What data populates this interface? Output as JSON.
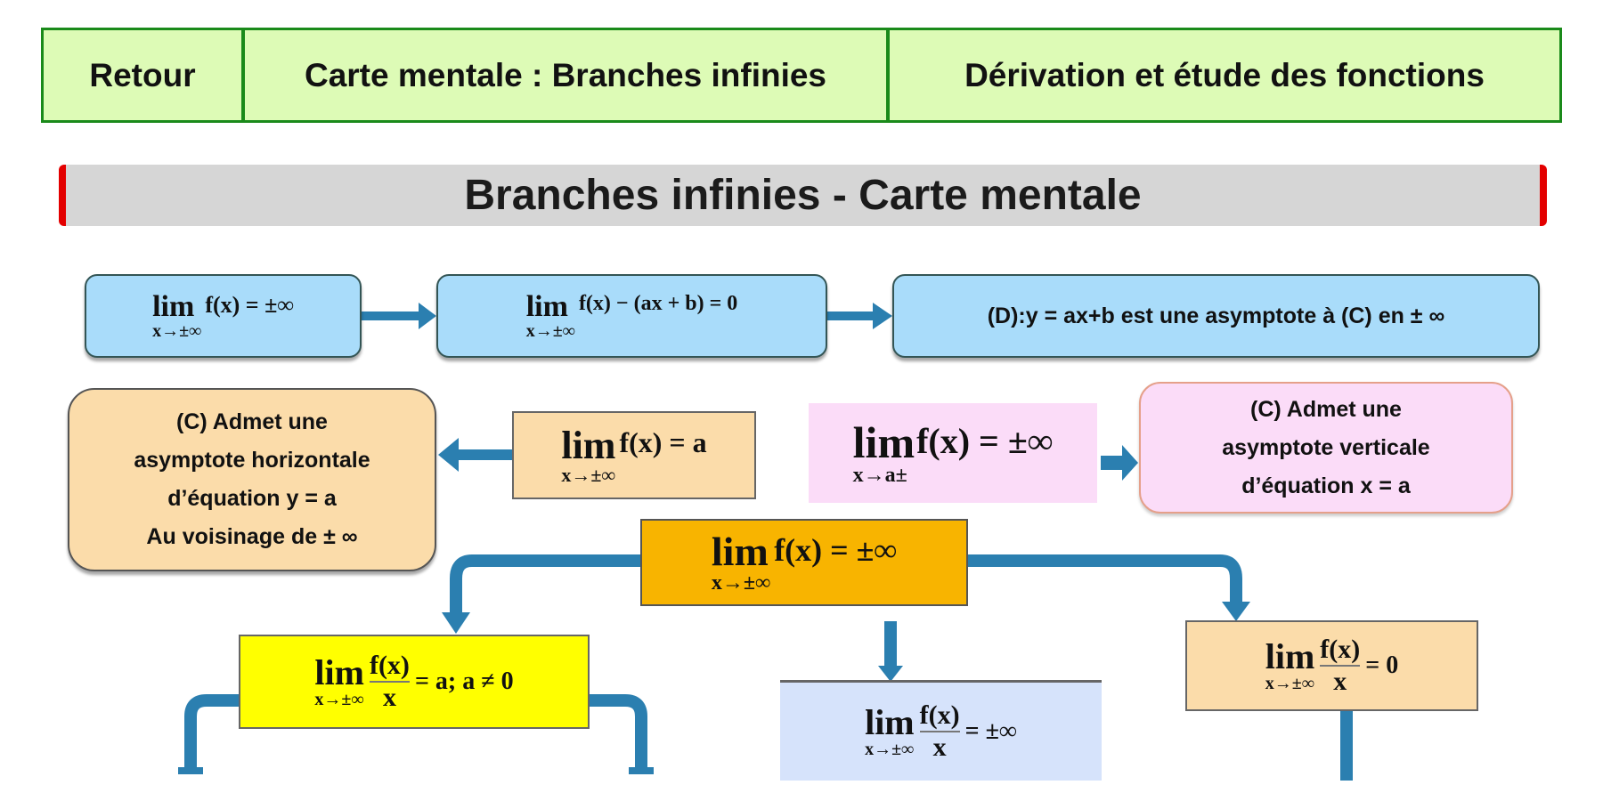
{
  "nav": {
    "items": [
      "Retour",
      "Carte mentale : Branches infinies",
      "Dérivation et étude des fonctions"
    ]
  },
  "title": "Branches infinies - Carte mentale",
  "lim": "lim",
  "sub_inf": "x→±∞",
  "sub_a": "x→a±",
  "box1": {
    "expr": "f(x) = ±∞"
  },
  "box2": {
    "expr": "f(x) − (ax + b) = 0"
  },
  "box3": {
    "text": "(D):y = ax+b est une asymptote à (C) en ± ∞"
  },
  "horiz": {
    "lines": [
      "(C) Admet une",
      "asymptote horizontale",
      "d’équation  y = a",
      "Au voisinage de ± ∞"
    ]
  },
  "limA": {
    "expr": "f(x) = a"
  },
  "limVert": {
    "expr": "f(x) = ±∞"
  },
  "vert": {
    "lines": [
      "(C) Admet une",
      "asymptote verticale",
      "d’équation  x = a"
    ]
  },
  "central": {
    "expr": "f(x) = ±∞"
  },
  "yellow": {
    "num": "f(x)",
    "den": "x",
    "rhs": "= a; a ≠ 0"
  },
  "mid": {
    "num": "f(x)",
    "den": "x",
    "rhs": "= ±∞"
  },
  "right": {
    "num": "f(x)",
    "den": "x",
    "rhs": "= 0"
  },
  "colors": {
    "arrow": "#2b7fb0",
    "green": "#1a8a1a",
    "red": "#e30000"
  }
}
